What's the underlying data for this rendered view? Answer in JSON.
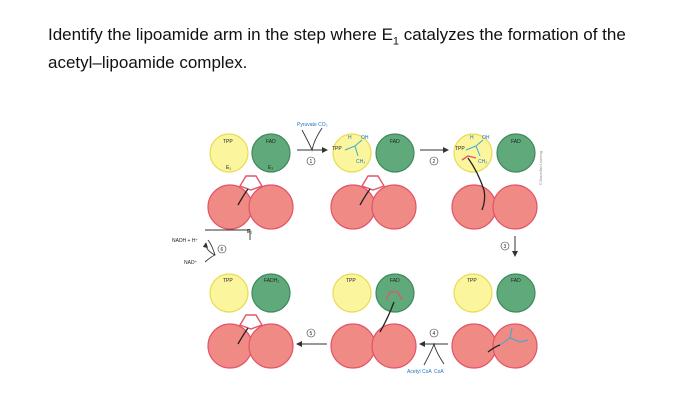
{
  "question": {
    "prefix": "Identify the lipoamide arm in the step where E",
    "subscript": "1",
    "suffix": " catalyzes the formation of the acetyl–lipoamide complex."
  },
  "labels": {
    "tpp": "TPP",
    "fad": "FAD",
    "fadh2": "FADH₂",
    "e1": "E₁",
    "e3": "E₃",
    "e2": "E₂",
    "pyruvate_co2": "Pyruvate CO₂",
    "acetyl_coa": "Acetyl CoA",
    "coa": "CoA",
    "nadh": "NADH + H⁺",
    "nad": "NAD⁺",
    "h": "H",
    "oh": "OH",
    "ch3": "CH₃",
    "credit": "© Macmillan Learning"
  },
  "steps": [
    "1",
    "2",
    "3",
    "4",
    "5",
    "6"
  ],
  "colors": {
    "yellow_fill": "#fbf59d",
    "yellow_stroke": "#e8dc52",
    "green_fill": "#5fa97b",
    "green_stroke": "#3f8a5c",
    "red_fill": "#f08a84",
    "red_stroke": "#e2556a",
    "arrow": "#333333",
    "hydroxyethyl": "#38a9d6"
  }
}
